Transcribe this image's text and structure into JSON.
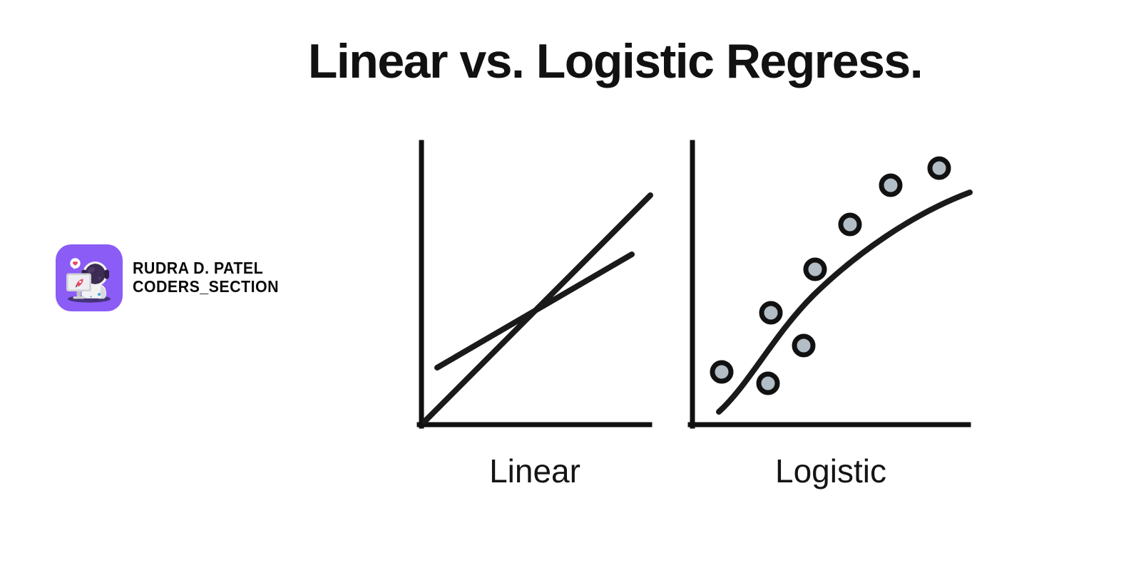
{
  "slide": {
    "title": "Linear vs. Logistic Regress.",
    "background_color": "#ffffff",
    "ink_color": "#111111"
  },
  "brand": {
    "logo_icon": "astronaut-computer-icon",
    "logo_background_color": "#8B5CF6",
    "name_line_1": "RUDRA D. PATEL",
    "name_line_2": "CODERS_SECTION"
  },
  "charts": [
    {
      "id": "linear",
      "caption": "Linear",
      "axis_color": "#111111"
    },
    {
      "id": "logistic",
      "caption": "Logistic",
      "axis_color": "#111111",
      "point_fill_color": "#B2BDC6",
      "point_stroke_color": "#111111"
    }
  ],
  "chart_data": [
    {
      "type": "line",
      "title": "Linear",
      "xlabel": "",
      "ylabel": "",
      "xlim": [
        0,
        10
      ],
      "ylim": [
        0,
        10
      ],
      "grid": false,
      "legend": "none",
      "series": [
        {
          "name": "steep-fit-line",
          "x": [
            0,
            10
          ],
          "y": [
            0,
            8.1
          ]
        },
        {
          "name": "shallow-fit-line",
          "x": [
            0.7,
            9.2
          ],
          "y": [
            2.1,
            5.9
          ]
        }
      ]
    },
    {
      "type": "scatter",
      "title": "Logistic",
      "xlabel": "",
      "ylabel": "",
      "xlim": [
        0,
        10
      ],
      "ylim": [
        0,
        10
      ],
      "grid": false,
      "legend": "none",
      "points": [
        {
          "x": 1.0,
          "y": 1.9
        },
        {
          "x": 2.7,
          "y": 1.5
        },
        {
          "x": 2.8,
          "y": 4.0
        },
        {
          "x": 4.0,
          "y": 2.9
        },
        {
          "x": 4.5,
          "y": 5.5
        },
        {
          "x": 5.7,
          "y": 7.2
        },
        {
          "x": 7.2,
          "y": 8.7
        },
        {
          "x": 8.9,
          "y": 9.3
        }
      ],
      "series": [
        {
          "name": "logistic-fit-curve",
          "x": [
            1.0,
            2.4,
            4.0,
            6.0,
            8.0,
            10.0
          ],
          "y": [
            0.55,
            3.2,
            5.3,
            6.8,
            7.8,
            8.4
          ]
        }
      ]
    }
  ]
}
